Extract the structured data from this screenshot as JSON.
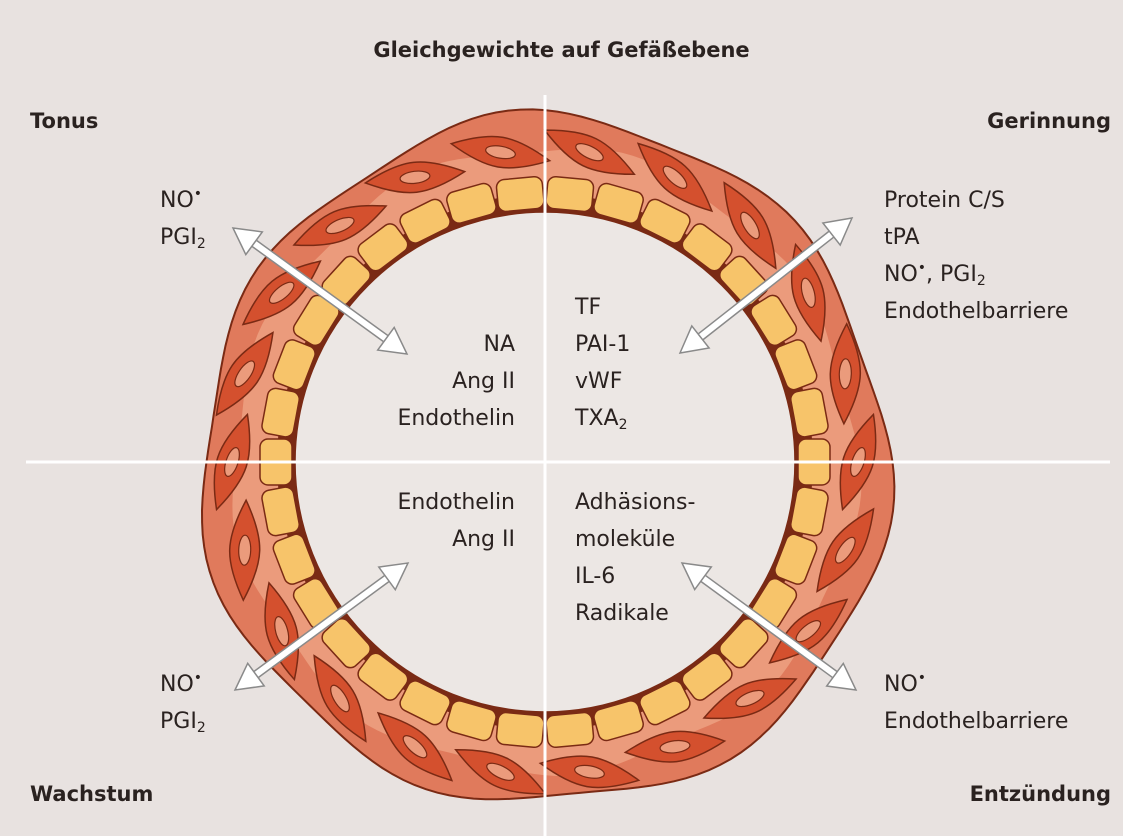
{
  "title": "Gleichgewichte auf Gefäßebene",
  "quadrants": {
    "top_left": {
      "heading": "Tonus",
      "outer": [
        {
          "text": "NO",
          "sup": "•"
        },
        {
          "text": "PGI",
          "sub": "2"
        }
      ],
      "inner": [
        {
          "text": "NA"
        },
        {
          "text": "Ang II"
        },
        {
          "text": "Endothelin"
        }
      ]
    },
    "top_right": {
      "heading": "Gerinnung",
      "outer": [
        {
          "text": "Protein C/S"
        },
        {
          "text": "tPA"
        },
        {
          "text": "NO",
          "sup": "•",
          "tail": ", PGI",
          "sub2": "2"
        },
        {
          "text": "Endothelbarriere"
        }
      ],
      "inner": [
        {
          "text": "TF"
        },
        {
          "text": "PAI-1"
        },
        {
          "text": "vWF"
        },
        {
          "text": "TXA",
          "sub": "2"
        }
      ]
    },
    "bottom_left": {
      "heading": "Wachstum",
      "outer": [
        {
          "text": "NO",
          "sup": "•"
        },
        {
          "text": "PGI",
          "sub": "2"
        }
      ],
      "inner": [
        {
          "text": "Endothelin"
        },
        {
          "text": "Ang II"
        }
      ]
    },
    "bottom_right": {
      "heading": "Entzündung",
      "outer": [
        {
          "text": "NO",
          "sup": "•"
        },
        {
          "text": "Endothelbarriere"
        }
      ],
      "inner": [
        {
          "text": "Adhäsions-"
        },
        {
          "text": "moleküle"
        },
        {
          "text": "IL-6"
        },
        {
          "text": "Radikale"
        }
      ]
    }
  },
  "colors": {
    "background": "#e8e2e0",
    "adventitia": "#e07a5c",
    "media": "#eb9b7c",
    "muscle_cell": "#d4502e",
    "endothelium": "#f7c46a",
    "outline": "#7a2a14",
    "lumen": "#ece7e4",
    "divider": "#ffffff",
    "arrow": "#ffffff",
    "text": "#2a2220"
  }
}
